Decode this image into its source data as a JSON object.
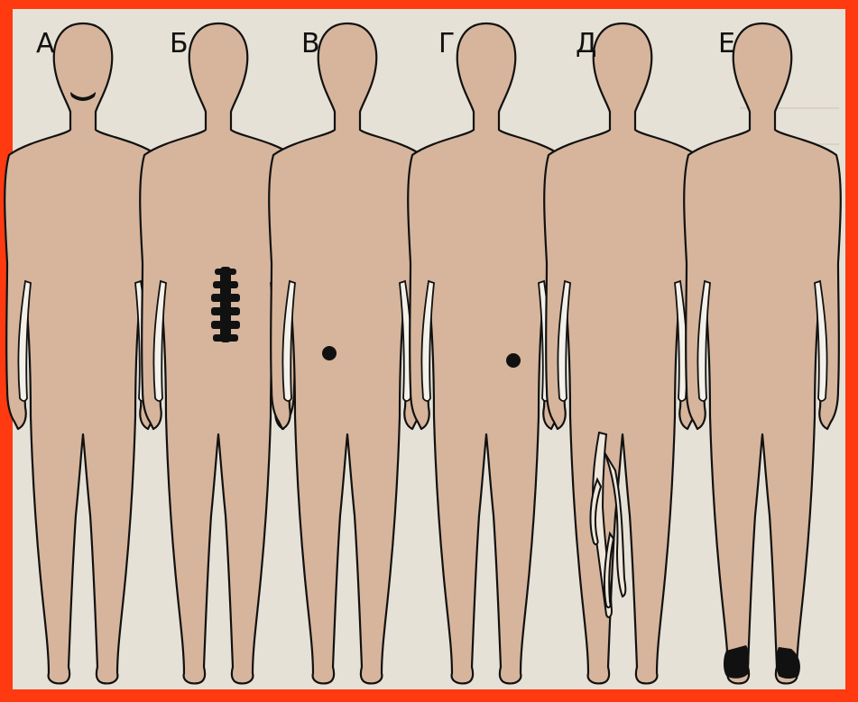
{
  "figures": [
    {
      "id": "A",
      "label": "А",
      "marker": "mouth-arc"
    },
    {
      "id": "B",
      "label": "Б",
      "marker": "spine-segments"
    },
    {
      "id": "V",
      "label": "В",
      "marker": "dot-right"
    },
    {
      "id": "G",
      "label": "Г",
      "marker": "dot-left"
    },
    {
      "id": "D",
      "label": "Д",
      "marker": "leg-veins"
    },
    {
      "id": "E",
      "label": "Е",
      "marker": "dark-feet"
    }
  ],
  "colors": {
    "border": "#ff3a10",
    "background": "#e6e1d6",
    "skin": "#d6b59c",
    "outline": "#111111",
    "marks": "#111111"
  }
}
